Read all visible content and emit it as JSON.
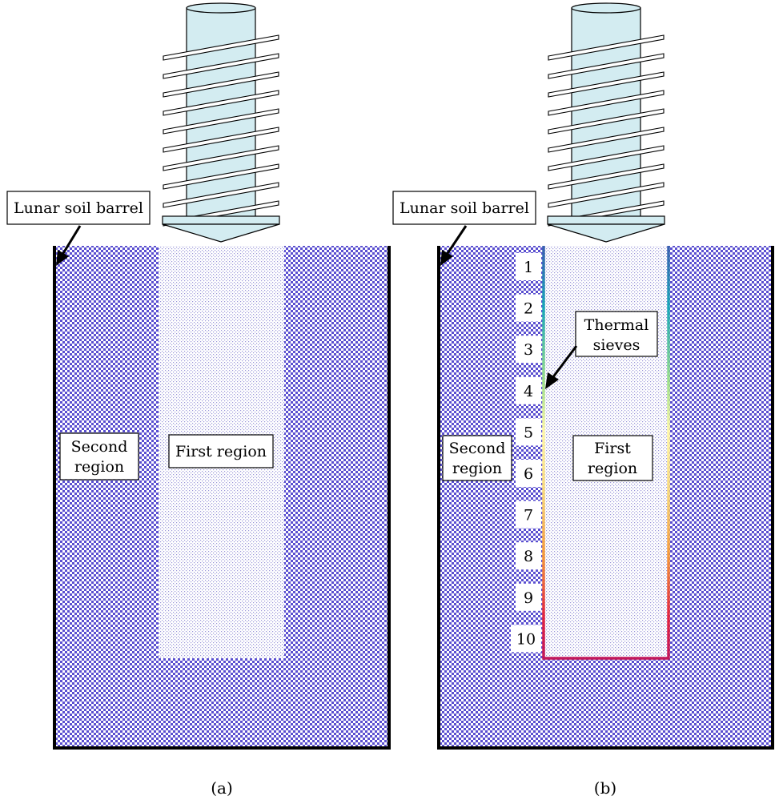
{
  "panels": [
    {
      "label": "(a)",
      "callouts": {
        "barrel": "Lunar soil barrel",
        "second_region_line1": "Second",
        "second_region_line2": "region",
        "first_region": "First region"
      }
    },
    {
      "label": "(b)",
      "callouts": {
        "barrel": "Lunar soil barrel",
        "second_region_line1": "Second",
        "second_region_line2": "region",
        "first_region_line1": "First",
        "first_region_line2": "region",
        "sieves_line1": "Thermal",
        "sieves_line2": "sieves"
      },
      "sieve_numbers": [
        "1",
        "2",
        "3",
        "4",
        "5",
        "6",
        "7",
        "8",
        "9",
        "10"
      ]
    }
  ],
  "colors": {
    "soil_primary": "#5a4fd0",
    "soil_secondary": "#ffffff",
    "first_region_dot": "#9a95d8",
    "drill_fill": "#d3ecf1",
    "outline": "#000000",
    "sieve_gradient": [
      "#3a5fb0",
      "#1aa7b8",
      "#9ee08a",
      "#fff7a8",
      "#f59a3b",
      "#e2233f",
      "#c2185b"
    ]
  }
}
